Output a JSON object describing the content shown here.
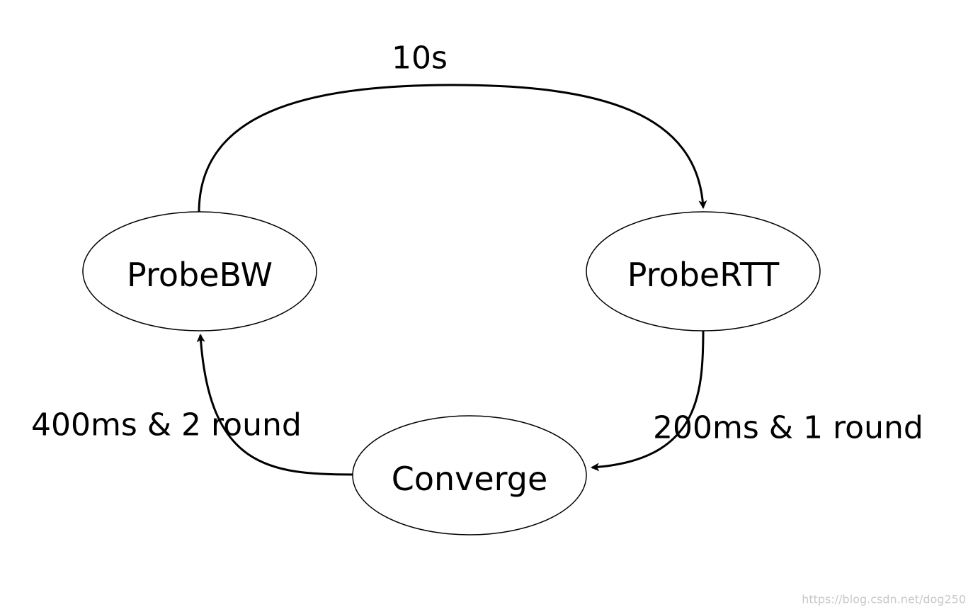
{
  "nodes": {
    "probebw": {
      "label": "ProbeBW"
    },
    "probertt": {
      "label": "ProbeRTT"
    },
    "converge": {
      "label": "Converge"
    }
  },
  "edges": {
    "probebw_to_probertt": {
      "label": "10s"
    },
    "probertt_to_converge": {
      "label": "200ms & 1 round"
    },
    "converge_to_probebw": {
      "label": "400ms & 2 round"
    }
  },
  "watermark": "https://blog.csdn.net/dog250",
  "colors": {
    "stroke": "#000000",
    "background": "#ffffff",
    "watermark": "#c8c8c8"
  }
}
